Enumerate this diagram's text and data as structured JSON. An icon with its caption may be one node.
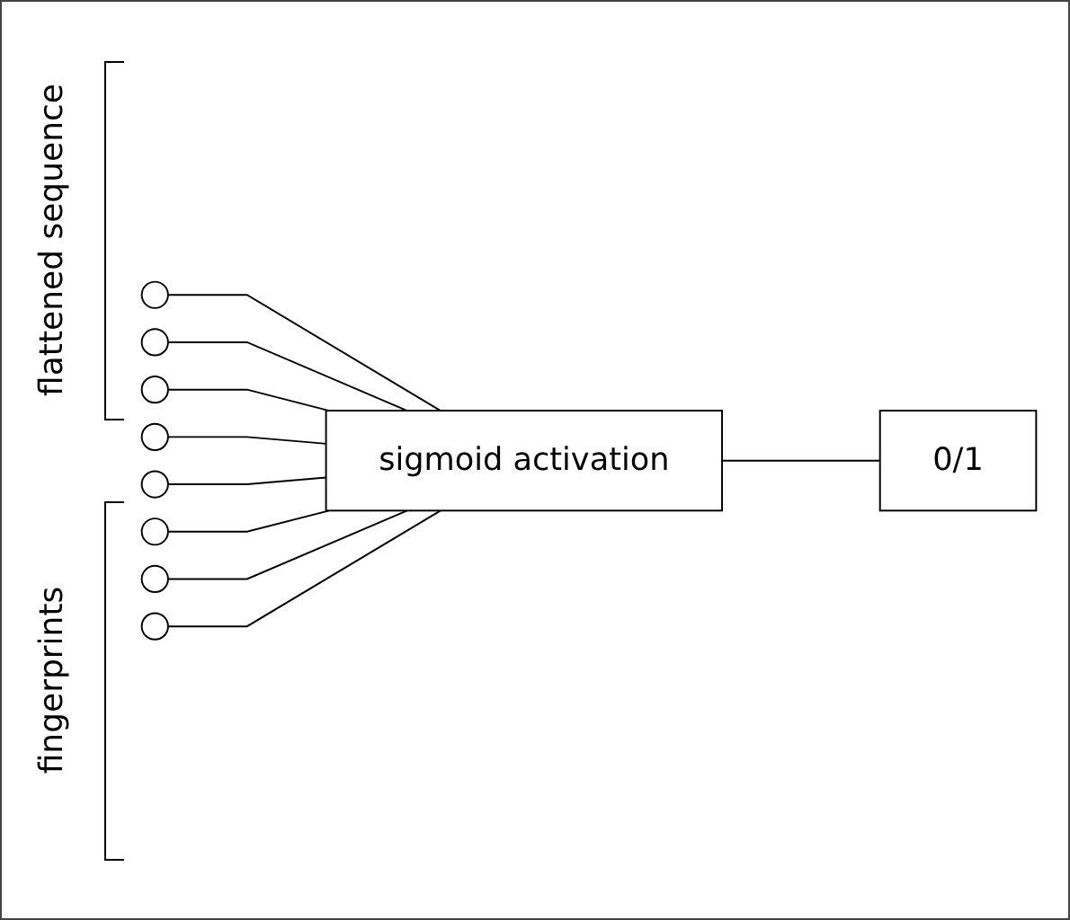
{
  "diagram": {
    "nodes": [
      {
        "text": [],
        "shape": "circle"
      },
      {
        "text": [],
        "shape": "circle"
      },
      {
        "text": [],
        "shape": "circle"
      },
      {
        "text": [],
        "shape": "circle"
      },
      {
        "text": [],
        "shape": "circle"
      },
      {
        "text": [],
        "shape": "circle"
      },
      {
        "text": [],
        "shape": "circle"
      },
      {
        "text": [],
        "shape": "circle"
      },
      {
        "text": [
          "sigmoid activation"
        ]
      },
      {
        "text": [
          "0/1"
        ]
      }
    ],
    "edges": [
      {
        "from": 0,
        "to": 8,
        "arrow": "none"
      },
      {
        "from": 1,
        "to": 8,
        "arrow": "none"
      },
      {
        "from": 2,
        "to": 8,
        "arrow": "none"
      },
      {
        "from": 3,
        "to": 8,
        "arrow": "none"
      },
      {
        "from": 4,
        "to": 8,
        "arrow": "none"
      },
      {
        "from": 5,
        "to": 8,
        "arrow": "none"
      },
      {
        "from": 6,
        "to": 8,
        "arrow": "none"
      },
      {
        "from": 7,
        "to": 8,
        "arrow": "none"
      },
      {
        "from": 8,
        "to": 9,
        "arrow": "none"
      }
    ],
    "labels": [
      "flattened sequence",
      "fingerprints"
    ]
  }
}
